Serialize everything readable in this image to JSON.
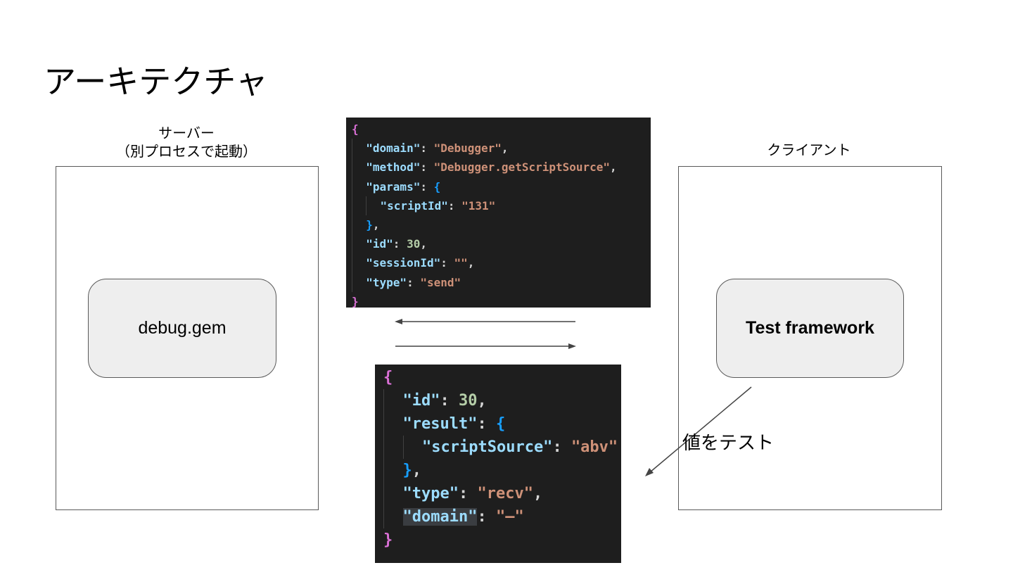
{
  "title": "アーキテクチャ",
  "server": {
    "label_line1": "サーバー",
    "label_line2": "（別プロセスで起動）",
    "module": "debug.gem"
  },
  "client": {
    "label": "クライアント",
    "module": "Test framework"
  },
  "send_message": {
    "open_brace": "{",
    "close_brace": "}",
    "domain_key": "\"domain\"",
    "domain_value": "\"Debugger\"",
    "method_key": "\"method\"",
    "method_value": "\"Debugger.getScriptSource\"",
    "params_key": "\"params\"",
    "params_open": "{",
    "params_close": "}",
    "scriptid_key": "\"scriptId\"",
    "scriptid_value": "\"131\"",
    "id_key": "\"id\"",
    "id_value": "30",
    "sessionid_key": "\"sessionId\"",
    "sessionid_value": "\"\"",
    "type_key": "\"type\"",
    "type_value": "\"send\""
  },
  "recv_message": {
    "open_brace": "{",
    "close_brace": "}",
    "id_key": "\"id\"",
    "id_value": "30",
    "result_key": "\"result\"",
    "result_open": "{",
    "result_close": "}",
    "scriptsource_key": "\"scriptSource\"",
    "scriptsource_value": "\"abv\"",
    "type_key": "\"type\"",
    "type_value": "\"recv\"",
    "domain_key": "\"domain\"",
    "domain_value": "\"–\""
  },
  "check_label": "値をテスト",
  "colors": {
    "code_background": "#1e1e1e",
    "json_key": "#9cdcfe",
    "json_string": "#ce9178",
    "json_number": "#b5cea8",
    "outer_brace": "#da70d6",
    "inner_brace": "#179fff",
    "module_fill": "#eeeeee",
    "frame_border": "#595959"
  }
}
